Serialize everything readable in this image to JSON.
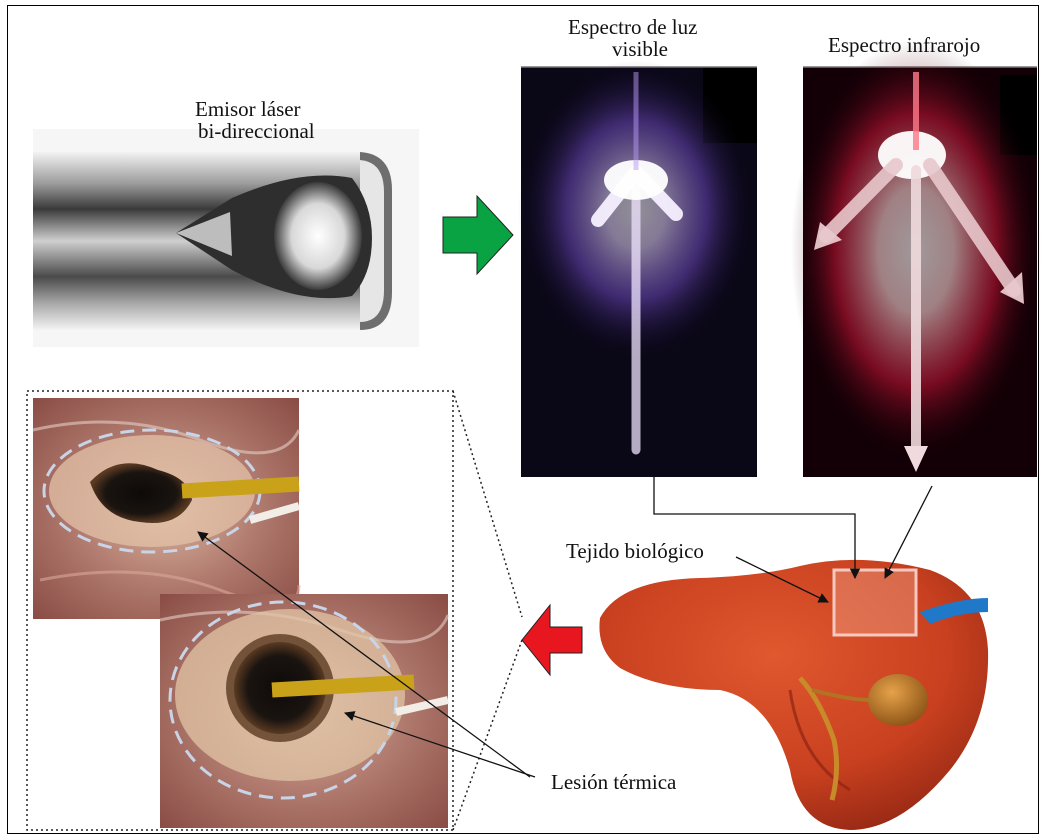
{
  "labels": {
    "emitter_line1": "Emisor láser",
    "emitter_line2": "bi-direccional",
    "visible_line1": "Espectro de luz",
    "visible_line2": "visible",
    "infrared": "Espectro infrarojo",
    "tissue": "Tejido biológico",
    "lesion": "Lesión térmica"
  },
  "colors": {
    "green_arrow": "#0aa344",
    "red_arrow": "#e8161f",
    "visible_light": "#8a5cf0",
    "infrared_light": "#e8183e",
    "liver": "#c8401f",
    "liver_dark": "#8e2412",
    "applicator": "#1f78c8",
    "lesion_tissue": "#b07a6e",
    "lesion_core": "#1a1410",
    "probe": "#c9a21a"
  },
  "icons": {
    "right_arrow": "green-right-arrow-icon",
    "left_arrow": "red-left-arrow-icon"
  }
}
